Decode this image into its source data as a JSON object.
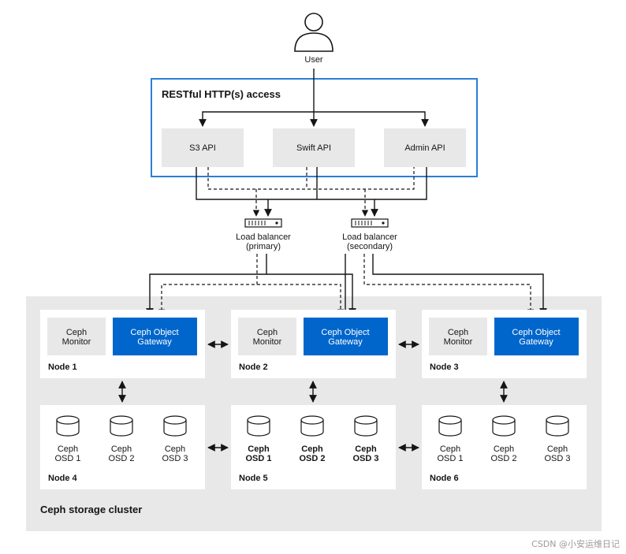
{
  "user": {
    "label": "User"
  },
  "access": {
    "title": "RESTful HTTP(s) access",
    "apis": [
      "S3 API",
      "Swift API",
      "Admin API"
    ]
  },
  "load_balancers": [
    {
      "line1": "Load balancer",
      "line2": "(primary)"
    },
    {
      "line1": "Load balancer",
      "line2": "(secondary)"
    }
  ],
  "cluster": {
    "title": "Ceph storage cluster",
    "gateway_nodes": [
      {
        "name": "Node 1",
        "monitor": [
          "Ceph",
          "Monitor"
        ],
        "gateway": [
          "Ceph Object",
          "Gateway"
        ]
      },
      {
        "name": "Node 2",
        "monitor": [
          "Ceph",
          "Monitor"
        ],
        "gateway": [
          "Ceph Object",
          "Gateway"
        ]
      },
      {
        "name": "Node 3",
        "monitor": [
          "Ceph",
          "Monitor"
        ],
        "gateway": [
          "Ceph Object",
          "Gateway"
        ]
      }
    ],
    "osd_nodes": [
      {
        "name": "Node 4",
        "osds": [
          [
            "Ceph",
            "OSD 1"
          ],
          [
            "Ceph",
            "OSD 2"
          ],
          [
            "Ceph",
            "OSD 3"
          ]
        ]
      },
      {
        "name": "Node 5",
        "osds": [
          [
            "Ceph",
            "OSD 1"
          ],
          [
            "Ceph",
            "OSD 2"
          ],
          [
            "Ceph",
            "OSD 3"
          ]
        ]
      },
      {
        "name": "Node 6",
        "osds": [
          [
            "Ceph",
            "OSD 1"
          ],
          [
            "Ceph",
            "OSD 2"
          ],
          [
            "Ceph",
            "OSD 3"
          ]
        ]
      }
    ]
  },
  "watermark": "CSDN @小安运维日记",
  "colors": {
    "access_border": "#2b7fd6",
    "gateway_fill": "#0066cc",
    "cluster_bg": "#e8e8e8",
    "api_fill": "#e8e8e8"
  }
}
